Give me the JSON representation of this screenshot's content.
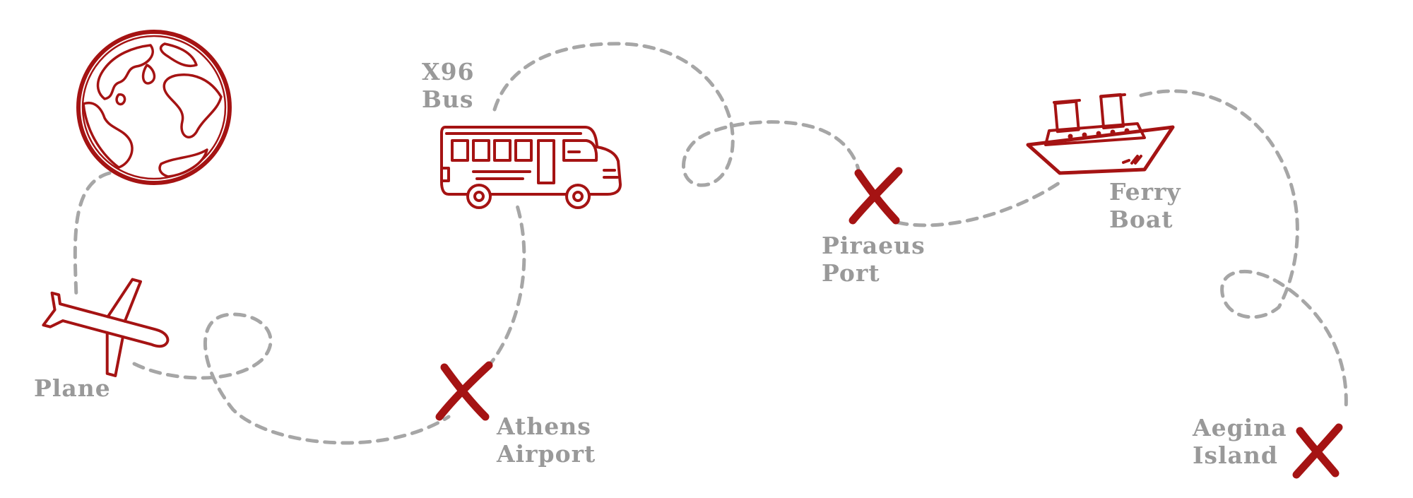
{
  "colors": {
    "ink": "#a51313",
    "trail": "#a6a6a6",
    "label": "#999999"
  },
  "icons": [
    "globe-icon",
    "plane-icon",
    "bus-icon",
    "ship-icon",
    "x-mark-icon"
  ],
  "labels": {
    "plane": {
      "line1": "Plane"
    },
    "athens_airport": {
      "line1": "Athens",
      "line2": "Airport"
    },
    "bus": {
      "line1": "X96",
      "line2": "Bus"
    },
    "piraeus_port": {
      "line1": "Piraeus",
      "line2": "Port"
    },
    "ferry_boat": {
      "line1": "Ferry",
      "line2": "Boat"
    },
    "aegina_island": {
      "line1": "Aegina",
      "line2": "Island"
    }
  }
}
